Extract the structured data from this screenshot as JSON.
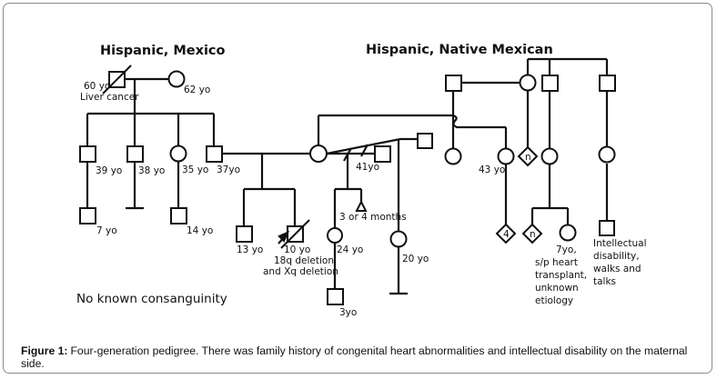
{
  "headers": {
    "left": "Hispanic, Mexico",
    "right": "Hispanic, Native Mexican"
  },
  "labels": {
    "grandfather": "60 yo",
    "grandfather_note": "Liver cancer",
    "grandmother": "62 yo",
    "uncle1": "39 yo",
    "uncle2": "38 yo",
    "aunt": "35 yo",
    "father": "37yo",
    "cousin1": "7 yo",
    "cousin2": "14 yo",
    "mother_ex": "41yo",
    "maternal_aunt": "43 yo",
    "sib_13": "13 yo",
    "proband": "10 yo",
    "proband_note1": "18q deletion",
    "proband_note2": "and Xq deletion",
    "half_sib_24": "24 yo",
    "infant": "3 or 4 months",
    "half_sib_20": "20 yo",
    "grandchild": "3yo",
    "n_top": "n",
    "n_bottom": "n",
    "four": "4",
    "cousin_heart1": "7yo,",
    "cousin_heart2": "s/p heart",
    "cousin_heart3": "transplant,",
    "cousin_heart4": "unknown",
    "cousin_heart5": "etiology",
    "id1": "Intellectual",
    "id2": "disability,",
    "id3": "walks and",
    "id4": "talks",
    "consanguinity": "No known consanguinity"
  },
  "caption": {
    "bold": "Figure 1:",
    "line1": "Four-generation pedigree. There was family history of congenital heart abnormalities and intellectual disability on the maternal",
    "line2": "side."
  }
}
